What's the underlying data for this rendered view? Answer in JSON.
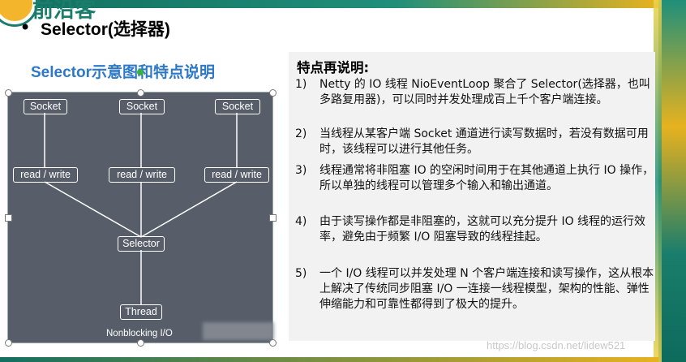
{
  "header": {
    "logo_text": "前沿客",
    "title": "Selector(选择器)"
  },
  "diagram": {
    "title": "Selector示意图和特点说明",
    "sockets": [
      "Socket",
      "Socket",
      "Socket"
    ],
    "rw": [
      "read / write",
      "read / write",
      "read / write"
    ],
    "selector": "Selector",
    "thread": "Thread",
    "caption": "Nonblocking I/O"
  },
  "panel": {
    "title": "特点再说明:",
    "items": [
      {
        "num": "1)",
        "text": "Netty 的 IO 线程 NioEventLoop 聚合了 Selector(选择器，也叫多路复用器)，可以同时并发处理成百上千个客户端连接。"
      },
      {
        "num": "2)",
        "text": "当线程从某客户端 Socket 通道进行读写数据时，若没有数据可用时，该线程可以进行其他任务。"
      },
      {
        "num": "3)",
        "text": "线程通常将非阻塞 IO 的空闲时间用于在其他通道上执行 IO 操作，所以单独的线程可以管理多个输入和输出通道。"
      },
      {
        "num": "4)",
        "text": "由于读写操作都是非阻塞的，这就可以充分提升 IO 线程的运行效率，避免由于频繁 I/O 阻塞导致的线程挂起。"
      },
      {
        "num": "5)",
        "text": "一个 I/O 线程可以并发处理 N 个客户端连接和读写操作，这从根本上解决了传统同步阻塞 I/O 一连接一线程模型，架构的性能、弹性伸缩能力和可靠性都得到了极大的提升。"
      }
    ]
  },
  "watermark": "https://blog.csdn.net/lidew521"
}
